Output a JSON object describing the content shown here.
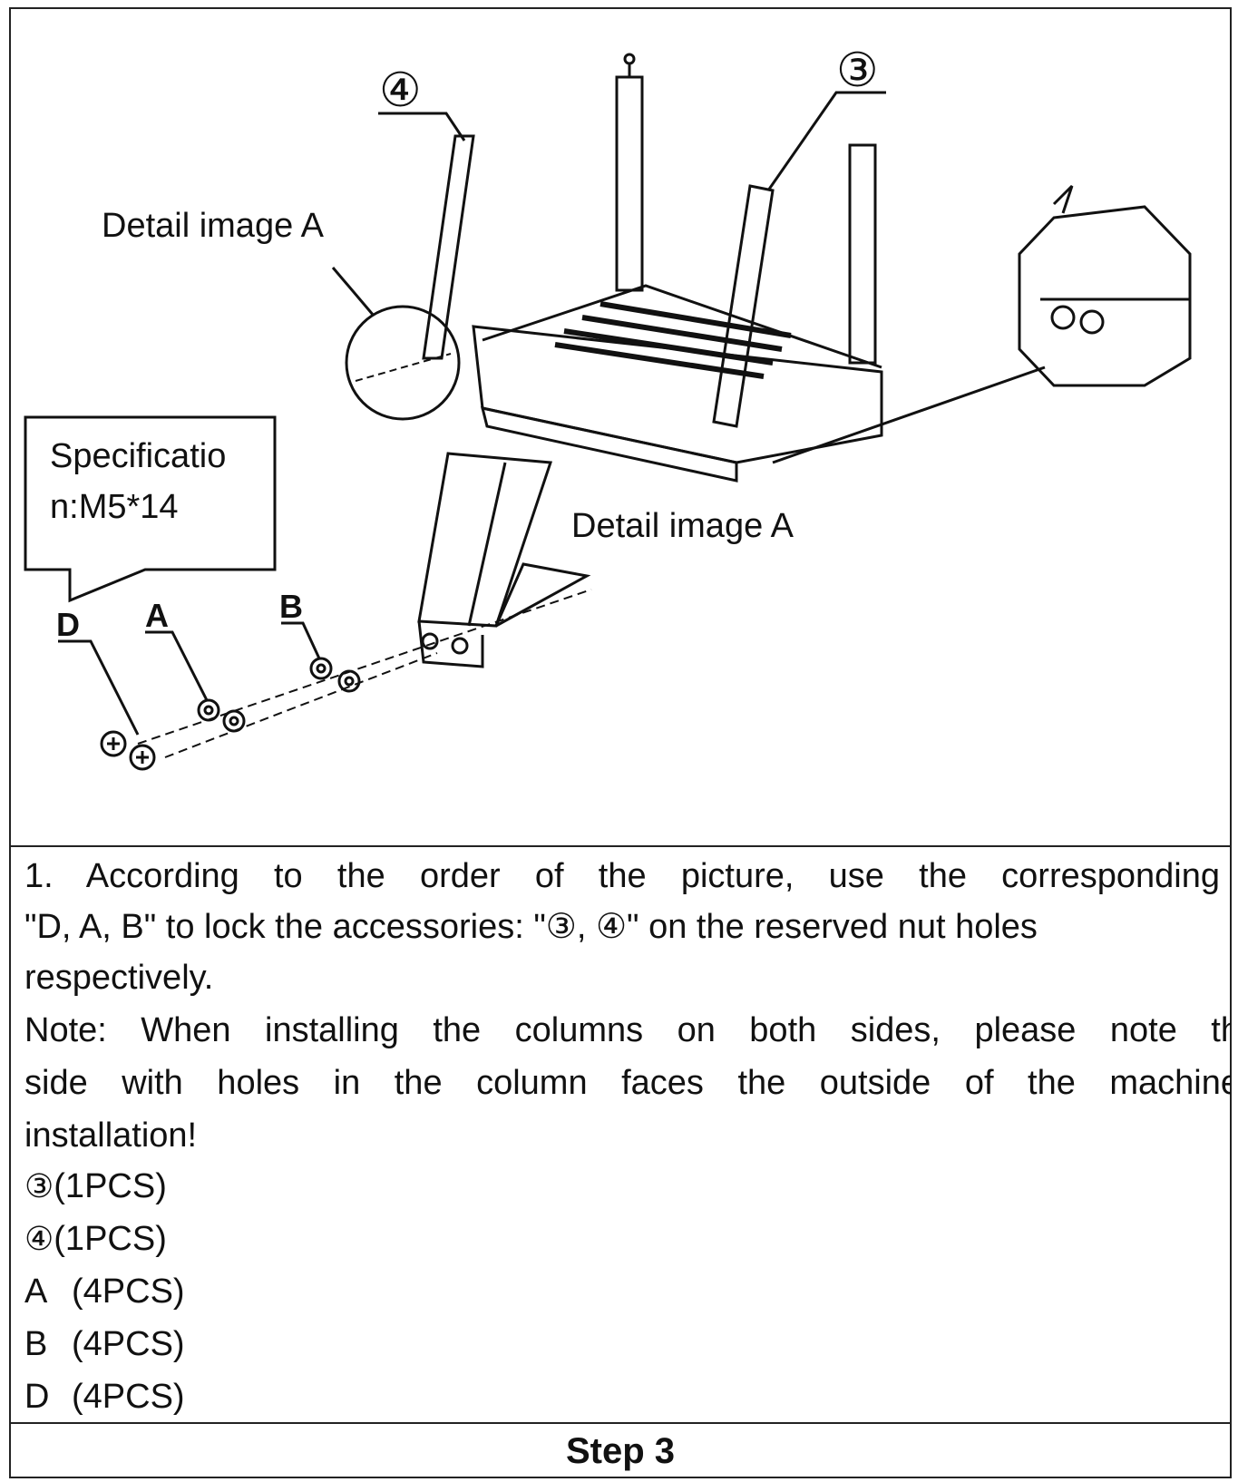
{
  "figure": {
    "callout_top_left": "Detail   image   A",
    "callout_center": "Detail   image   A",
    "spec_box_line1": "Specificatio",
    "spec_box_line2": "n:M5*14",
    "part_d": "D",
    "part_a": "A",
    "part_b": "B",
    "part_3": "③",
    "part_4": "④"
  },
  "instructions": {
    "line1": "1. According to the order of the picture, use the corresponding",
    "line2": "\"D, A, B\" to lock the accessories: \"③, ④\" on the reserved nut holes",
    "line3": "respectively.",
    "line4": "Note: When installing the columns on both sides, please note th",
    "line5": "side with holes in the column faces the outside of the machine",
    "line6": "installation!",
    "items": [
      {
        "mark": "③",
        "qty": "(1PCS)"
      },
      {
        "mark": "④",
        "qty": "(1PCS)"
      },
      {
        "mark": "A",
        "qty": "(4PCS)"
      },
      {
        "mark": "B",
        "qty": "(4PCS)"
      },
      {
        "mark": "D",
        "qty": "(4PCS)"
      }
    ]
  },
  "footer": {
    "step_label": "Step   3"
  }
}
